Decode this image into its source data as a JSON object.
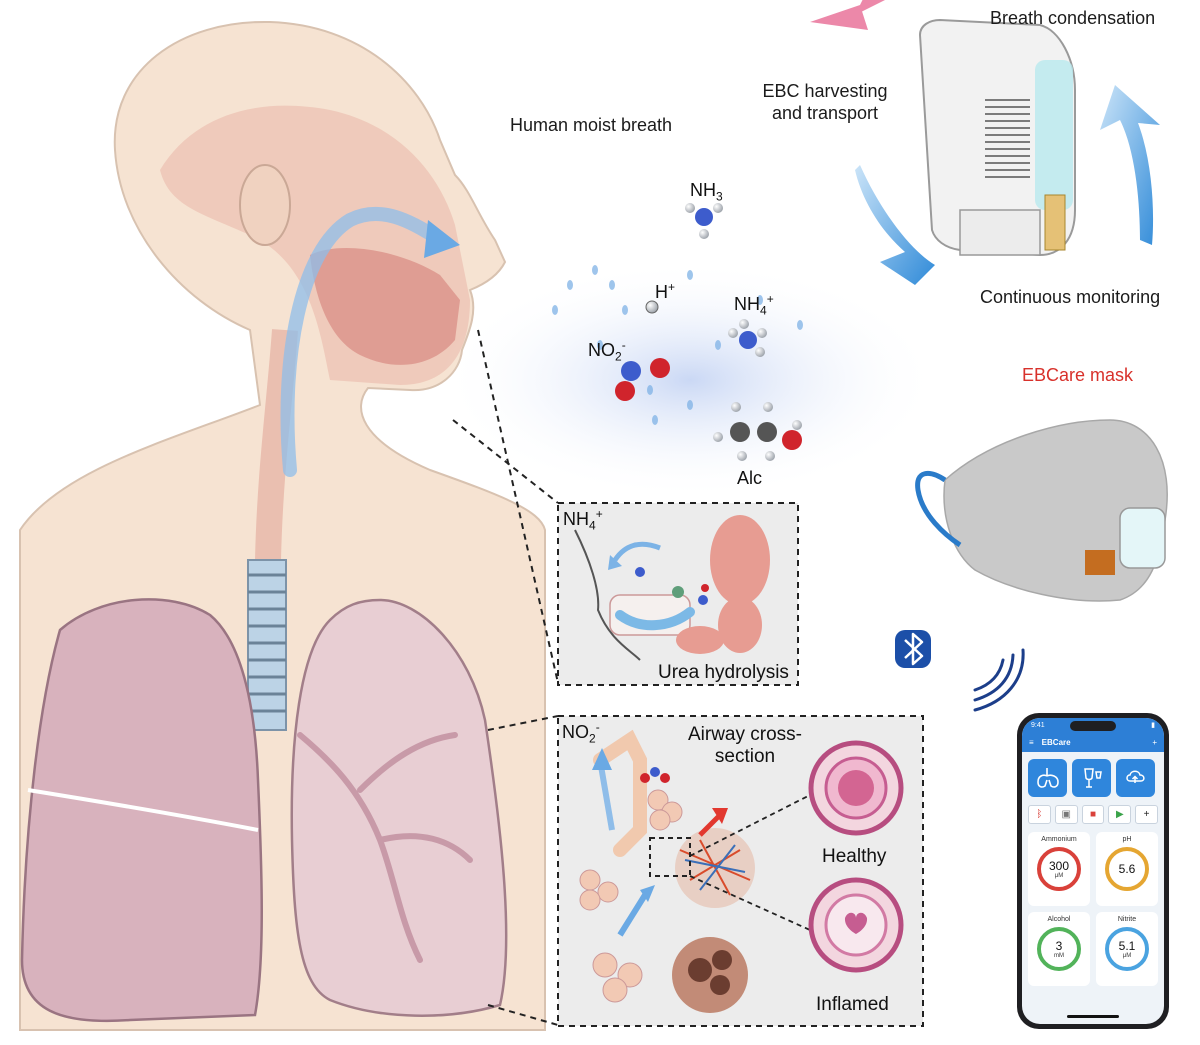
{
  "labels": {
    "breath_condensation": "Breath condensation",
    "ebc_harvesting": "EBC harvesting and transport",
    "human_moist_breath": "Human moist breath",
    "continuous_monitoring": "Continuous monitoring",
    "ebcare_mask": "EBCare mask"
  },
  "molecules": {
    "nh3": {
      "base": "NH",
      "sub": "3"
    },
    "h_plus": {
      "base": "H",
      "sup": "+"
    },
    "nh4_plus": {
      "base": "NH",
      "sub": "4",
      "sup": "+"
    },
    "no2_minus": {
      "base": "NO",
      "sub": "2",
      "sup": "-"
    },
    "alc": "Alc"
  },
  "inset_urea": {
    "ion": {
      "base": "NH",
      "sub": "4",
      "sup": "+"
    },
    "caption": "Urea hydrolysis"
  },
  "inset_airway": {
    "ion": {
      "base": "NO",
      "sub": "2",
      "sup": "-"
    },
    "title": "Airway cross-section",
    "healthy": "Healthy",
    "inflamed": "Inflamed"
  },
  "phone": {
    "time": "9:41",
    "app_title": "EBCare",
    "cards": [
      {
        "name": "Ammonium",
        "value": "300",
        "unit": "μM",
        "color": "#d9413a"
      },
      {
        "name": "pH",
        "value": "5.6",
        "unit": "",
        "color": "#e5a632"
      },
      {
        "name": "Alcohol",
        "value": "3",
        "unit": "mM",
        "color": "#52b35a"
      },
      {
        "name": "Nitrite",
        "value": "5.1",
        "unit": "μM",
        "color": "#4aa3e0"
      }
    ]
  },
  "colors": {
    "arrow_blue": "#3f95dd",
    "arrow_pink": "#e9739a",
    "lung": "#d8b2bd",
    "skin": "#f3dcc9",
    "bluetooth": "#1c4fa8"
  }
}
